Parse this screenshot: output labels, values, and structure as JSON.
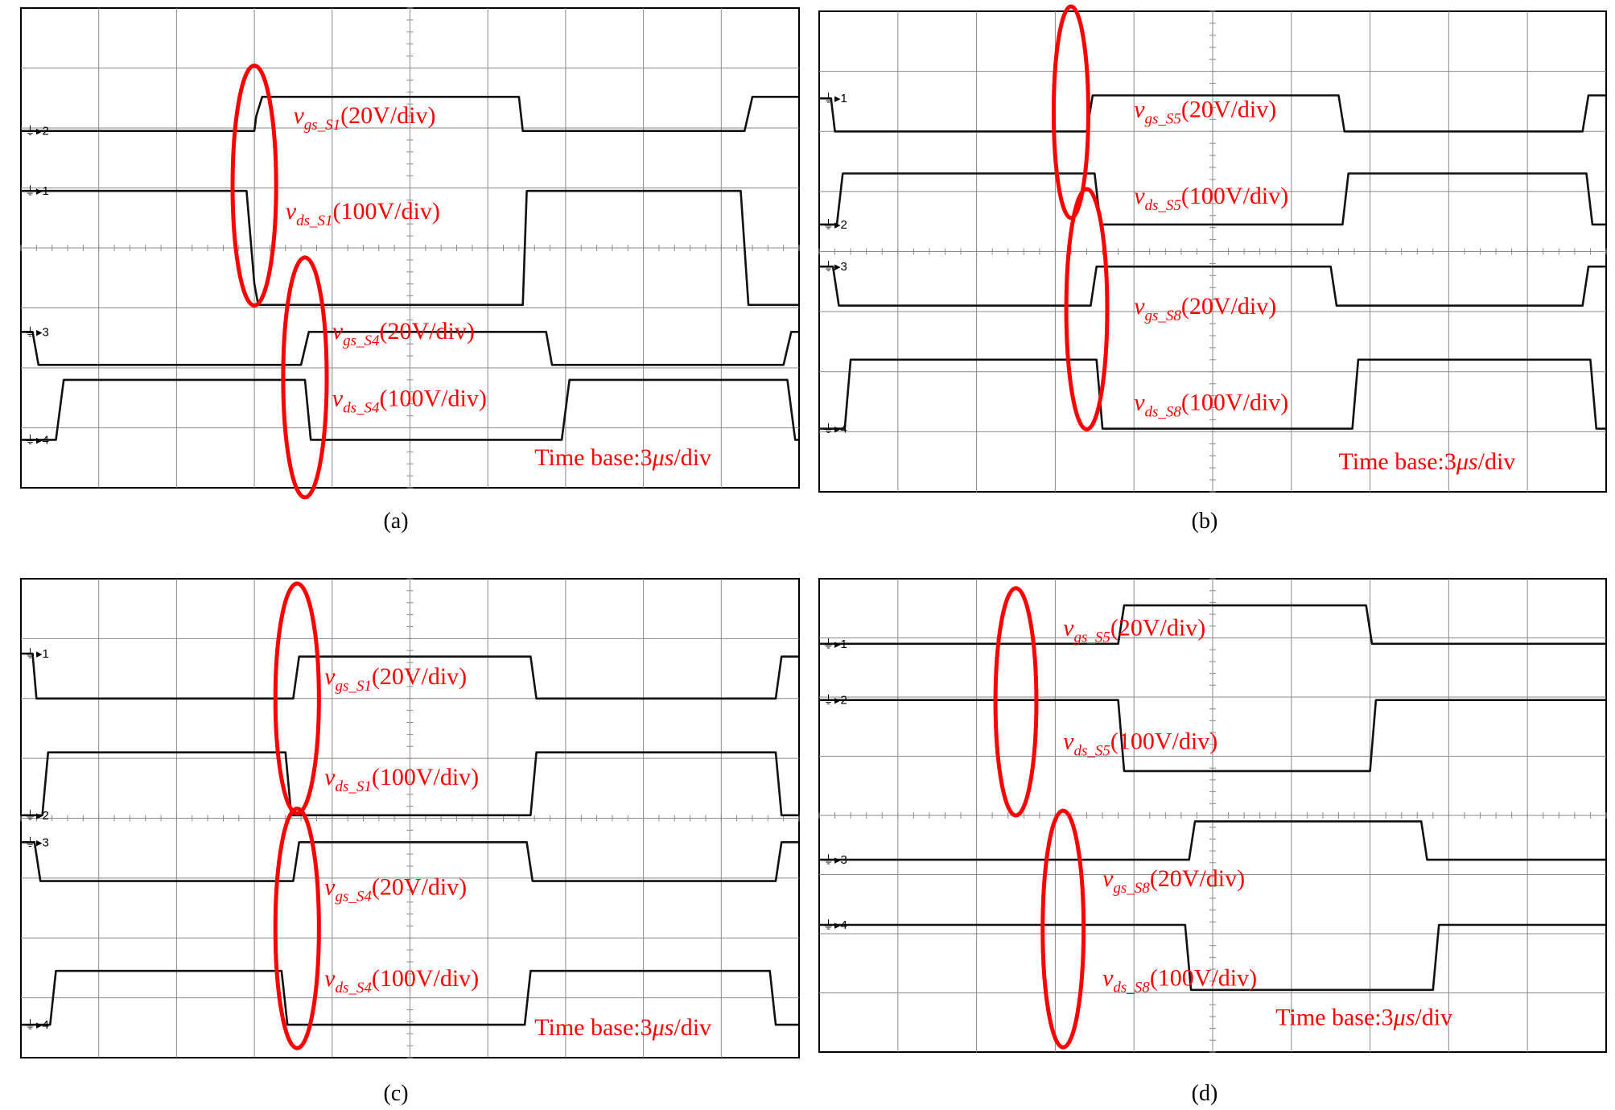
{
  "colors": {
    "trace": "#111111",
    "grid": "#8a8a8a",
    "annotation": "#ff0000",
    "frame": "#000000"
  },
  "chart_data": [
    {
      "type": "line",
      "caption": "(a)",
      "time_base": "Time base:3μs/div",
      "time_base_parts": {
        "prefix": "Time base:3",
        "unit_italic": "μs",
        "suffix": "/div"
      },
      "grid": {
        "x_divisions": 10,
        "y_divisions": 8,
        "visible": true
      },
      "xlim": [
        0,
        10
      ],
      "ylim": [
        0,
        8
      ],
      "series": [
        {
          "label_main": "v",
          "label_sub": "gs_S1",
          "label_tail": "(20V/div)",
          "channel": "2",
          "x": [
            0,
            6.0,
            6.05,
            6.2,
            12.8,
            12.9,
            18.6,
            18.8,
            20
          ],
          "y": [
            5.95,
            5.95,
            6.2,
            6.52,
            6.52,
            5.95,
            5.95,
            6.52,
            6.52
          ]
        },
        {
          "label_main": "v",
          "label_sub": "ds_S1",
          "label_tail": "(100V/div)",
          "channel": "1",
          "x": [
            0,
            5.8,
            6.0,
            6.1,
            12.9,
            13.0,
            18.5,
            18.7,
            20
          ],
          "y": [
            4.95,
            4.95,
            3.4,
            3.05,
            3.05,
            4.95,
            4.95,
            3.05,
            3.05
          ]
        },
        {
          "label_main": "v",
          "label_sub": "gs_S4",
          "label_tail": "(20V/div)",
          "channel": "3",
          "x": [
            0,
            0.3,
            0.45,
            7.2,
            7.4,
            13.5,
            13.65,
            19.6,
            19.8,
            20
          ],
          "y": [
            2.6,
            2.6,
            2.05,
            2.05,
            2.6,
            2.6,
            2.05,
            2.05,
            2.6,
            2.6
          ]
        },
        {
          "label_main": "v",
          "label_sub": "ds_S4",
          "label_tail": "(100V/div)",
          "channel": "4",
          "x": [
            0,
            0.9,
            1.1,
            7.3,
            7.45,
            13.9,
            14.1,
            19.7,
            19.9,
            20
          ],
          "y": [
            0.8,
            0.8,
            1.8,
            1.8,
            0.8,
            0.8,
            1.8,
            1.8,
            0.8,
            0.8
          ]
        }
      ]
    },
    {
      "type": "line",
      "caption": "(b)",
      "time_base": "Time base:3μs/div",
      "time_base_parts": {
        "prefix": "Time base:3",
        "unit_italic": "μs",
        "suffix": "/div"
      },
      "grid": {
        "x_divisions": 10,
        "y_divisions": 8,
        "visible": true
      },
      "xlim": [
        0,
        10
      ],
      "ylim": [
        0,
        8
      ],
      "series": [
        {
          "label_main": "v",
          "label_sub": "gs_S5",
          "label_tail": "(20V/div)",
          "channel": "1",
          "x": [
            0,
            0.3,
            0.4,
            6.8,
            6.95,
            13.2,
            13.35,
            19.4,
            19.55,
            20
          ],
          "y": [
            6.55,
            6.55,
            6.0,
            6.0,
            6.6,
            6.6,
            6.0,
            6.0,
            6.6,
            6.6
          ]
        },
        {
          "label_main": "v",
          "label_sub": "ds_S5",
          "label_tail": "(100V/div)",
          "channel": "2",
          "x": [
            0,
            0.45,
            0.6,
            7.0,
            7.15,
            13.3,
            13.45,
            19.5,
            19.65,
            20
          ],
          "y": [
            4.45,
            4.45,
            5.3,
            5.3,
            4.45,
            4.45,
            5.3,
            5.3,
            4.45,
            4.45
          ]
        },
        {
          "label_main": "v",
          "label_sub": "gs_S8",
          "label_tail": "(20V/div)",
          "channel": "3",
          "x": [
            0,
            0.35,
            0.5,
            6.9,
            7.05,
            13.0,
            13.15,
            19.4,
            19.55,
            20
          ],
          "y": [
            3.75,
            3.75,
            3.1,
            3.1,
            3.75,
            3.75,
            3.1,
            3.1,
            3.75,
            3.75
          ]
        },
        {
          "label_main": "v",
          "label_sub": "ds_S8",
          "label_tail": "(100V/div)",
          "channel": "4",
          "x": [
            0,
            0.65,
            0.8,
            7.05,
            7.2,
            13.55,
            13.7,
            19.6,
            19.75,
            20
          ],
          "y": [
            1.05,
            1.05,
            2.2,
            2.2,
            1.05,
            1.05,
            2.2,
            2.2,
            1.05,
            1.05
          ]
        }
      ]
    },
    {
      "type": "line",
      "caption": "(c)",
      "time_base": "Time base:3μs/div",
      "time_base_parts": {
        "prefix": "Time base:3",
        "unit_italic": "μs",
        "suffix": "/div"
      },
      "grid": {
        "x_divisions": 10,
        "y_divisions": 8,
        "visible": true
      },
      "xlim": [
        0,
        10
      ],
      "ylim": [
        0,
        8
      ],
      "series": [
        {
          "label_main": "v",
          "label_sub": "gs_S1",
          "label_tail": "(20V/div)",
          "channel": "1",
          "x": [
            0,
            0.3,
            0.4,
            7.0,
            7.15,
            13.1,
            13.25,
            19.4,
            19.55,
            20
          ],
          "y": [
            6.75,
            6.75,
            6.0,
            6.0,
            6.7,
            6.7,
            6.0,
            6.0,
            6.7,
            6.7
          ]
        },
        {
          "label_main": "v",
          "label_sub": "ds_S1",
          "label_tail": "(100V/div)",
          "channel": "2",
          "x": [
            0,
            0.55,
            0.7,
            6.8,
            6.95,
            13.1,
            13.25,
            19.4,
            19.55,
            20
          ],
          "y": [
            4.05,
            4.05,
            5.1,
            5.1,
            4.05,
            4.05,
            5.1,
            5.1,
            4.05,
            4.05
          ]
        },
        {
          "label_main": "v",
          "label_sub": "gs_S4",
          "label_tail": "(20V/div)",
          "channel": "3",
          "x": [
            0,
            0.35,
            0.5,
            7.0,
            7.15,
            13.0,
            13.15,
            19.4,
            19.55,
            20
          ],
          "y": [
            3.6,
            3.6,
            2.95,
            2.95,
            3.6,
            3.6,
            2.95,
            2.95,
            3.6,
            3.6
          ]
        },
        {
          "label_main": "v",
          "label_sub": "ds_S4",
          "label_tail": "(100V/div)",
          "channel": "4",
          "x": [
            0,
            0.75,
            0.9,
            6.7,
            6.85,
            12.95,
            13.1,
            19.25,
            19.4,
            20
          ],
          "y": [
            0.55,
            0.55,
            1.45,
            1.45,
            0.55,
            0.55,
            1.45,
            1.45,
            0.55,
            0.55
          ]
        }
      ]
    },
    {
      "type": "line",
      "caption": "(d)",
      "time_base": "Time base:3μs/div",
      "time_base_parts": {
        "prefix": "Time base:3",
        "unit_italic": "μs",
        "suffix": "/div"
      },
      "grid": {
        "x_divisions": 10,
        "y_divisions": 8,
        "visible": true
      },
      "xlim": [
        0,
        10
      ],
      "ylim": [
        0,
        8
      ],
      "series": [
        {
          "label_main": "v",
          "label_sub": "gs_S5",
          "label_tail": "(20V/div)",
          "channel": "1",
          "x": [
            0,
            7.6,
            7.75,
            13.9,
            14.05,
            20
          ],
          "y": [
            6.9,
            6.9,
            7.55,
            7.55,
            6.9,
            6.9
          ]
        },
        {
          "label_main": "v",
          "label_sub": "ds_S5",
          "label_tail": "(100V/div)",
          "channel": "2",
          "x": [
            0,
            7.6,
            7.75,
            14.0,
            14.15,
            20
          ],
          "y": [
            5.95,
            5.95,
            4.75,
            4.75,
            5.95,
            5.95
          ]
        },
        {
          "label_main": "v",
          "label_sub": "gs_S8",
          "label_tail": "(20V/div)",
          "channel": "3",
          "x": [
            0,
            9.4,
            9.55,
            15.3,
            15.45,
            20
          ],
          "y": [
            3.25,
            3.25,
            3.9,
            3.9,
            3.25,
            3.25
          ]
        },
        {
          "label_main": "v",
          "label_sub": "ds_S8",
          "label_tail": "(100V/div)",
          "channel": "4",
          "x": [
            0,
            9.3,
            9.45,
            15.6,
            15.75,
            20
          ],
          "y": [
            2.15,
            2.15,
            1.05,
            1.05,
            2.15,
            2.15
          ]
        }
      ]
    }
  ]
}
